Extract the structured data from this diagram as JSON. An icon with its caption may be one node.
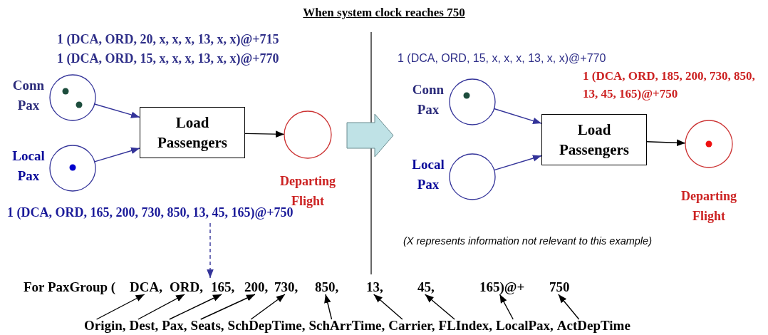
{
  "diagram": {
    "title": "When system clock reaches 750",
    "nodes": [
      {
        "text": [
          "Conn Pax"
        ],
        "beside": [
          "1 (DCA, ORD, 20, x, x, x, 13, x, x)@+715",
          "1 (DCA, ORD, 15, x, x, x, 13, x, x)@+770"
        ]
      },
      {
        "text": [
          "Local Pax"
        ]
      },
      {
        "text": [
          "Load Passengers"
        ]
      },
      {
        "text": [
          "Departing Flight"
        ]
      },
      {
        "text": [
          "Conn Pax"
        ],
        "beside": [
          "1 (DCA, ORD, 15, x, x, x, 13, x, x)@+770"
        ]
      },
      {
        "text": [
          "Local Pax"
        ]
      },
      {
        "text": [
          "Load Passengers"
        ]
      },
      {
        "text": [
          "Departing Flight"
        ],
        "beside": [
          "1 (DCA, ORD, 185, 200, 730, 850, 13, 45, 165)@+750"
        ]
      },
      {
        "text": [
          "1 (DCA, ORD, 165, 200, 730, 850, 13, 45, 165)@+750"
        ]
      },
      {
        "text": [
          "For PaxGroup ("
        ]
      },
      {
        "text": [
          "DCA,"
        ],
        "in": 9
      },
      {
        "text": [
          "ORD,"
        ],
        "in": 9
      },
      {
        "text": [
          "165,"
        ],
        "in": 9
      },
      {
        "text": [
          "200,"
        ],
        "in": 9
      },
      {
        "text": [
          "730,"
        ],
        "in": 9
      },
      {
        "text": [
          "850,"
        ],
        "in": 9
      },
      {
        "text": [
          "13,"
        ],
        "in": 9
      },
      {
        "text": [
          "45,"
        ],
        "in": 9
      },
      {
        "text": [
          "165)@+"
        ],
        "in": 9
      },
      {
        "text": [
          "750"
        ],
        "in": 9
      },
      {
        "text": [
          "Origin,"
        ]
      },
      {
        "text": [
          "Dest,"
        ]
      },
      {
        "text": [
          "Pax,"
        ]
      },
      {
        "text": [
          "Seats,"
        ]
      },
      {
        "text": [
          "SchDepTime,"
        ]
      },
      {
        "text": [
          "SchArrTime,"
        ]
      },
      {
        "text": [
          "Carrier,"
        ]
      },
      {
        "text": [
          "FLIndex,"
        ]
      },
      {
        "text": [
          "LocalPax,"
        ]
      },
      {
        "text": [
          "ActDepTime"
        ]
      }
    ],
    "edges": [
      {
        "from": 0,
        "to": 2,
        "arrow": "to",
        "color": "#333399"
      },
      {
        "from": 1,
        "to": 2,
        "arrow": "to",
        "color": "#333399"
      },
      {
        "from": 2,
        "to": 3,
        "arrow": "to"
      },
      {
        "from": 4,
        "to": 6,
        "arrow": "to",
        "color": "#333399"
      },
      {
        "from": 5,
        "to": 6,
        "arrow": "to",
        "color": "#333399"
      },
      {
        "from": 6,
        "to": 7,
        "arrow": "to"
      },
      {
        "from": 8,
        "to": 9,
        "arrow": "to",
        "style": "dashed",
        "color": "#333399"
      },
      {
        "from": 20,
        "to": 10,
        "arrow": "to"
      },
      {
        "from": 21,
        "to": 11,
        "arrow": "to"
      },
      {
        "from": 22,
        "to": 12,
        "arrow": "to"
      },
      {
        "from": 23,
        "to": 13,
        "arrow": "to"
      },
      {
        "from": 24,
        "to": 14,
        "arrow": "to"
      },
      {
        "from": 25,
        "to": 15,
        "arrow": "to"
      },
      {
        "from": 26,
        "to": 16,
        "arrow": "to"
      },
      {
        "from": 27,
        "to": 17,
        "arrow": "to"
      },
      {
        "from": 28,
        "to": 18,
        "arrow": "to"
      },
      {
        "from": 29,
        "to": 19,
        "arrow": "to"
      }
    ],
    "labels": [
      "(X represents information not relevant to this example)"
    ]
  }
}
